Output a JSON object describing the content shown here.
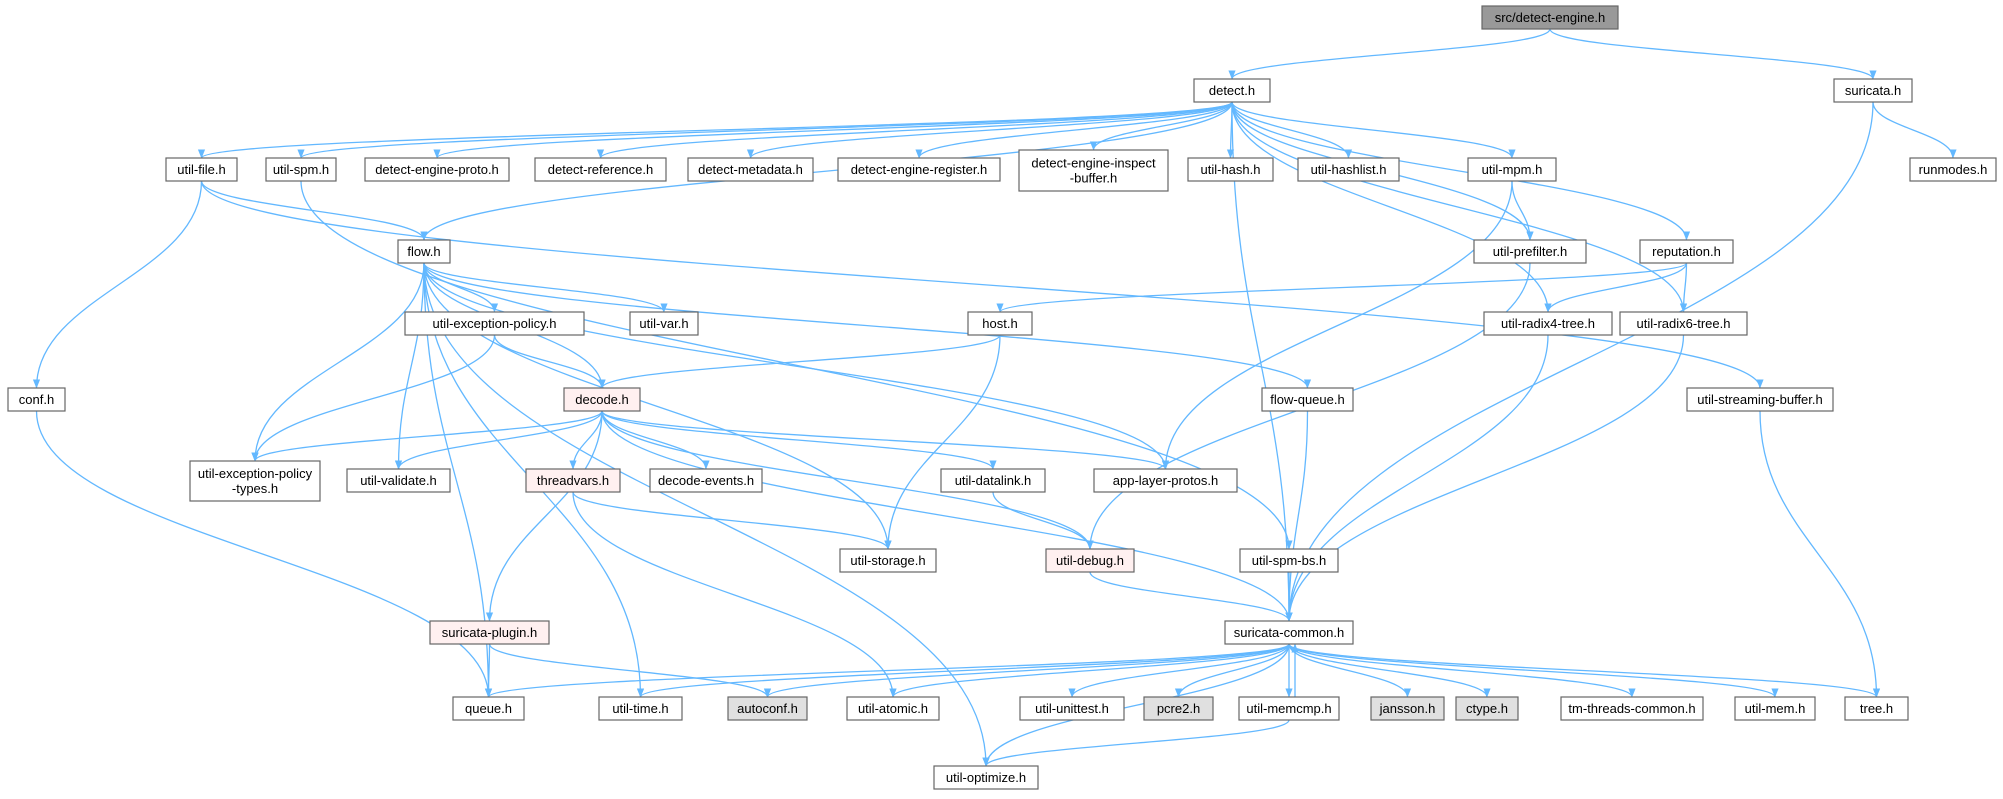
{
  "colors": {
    "edge": "#63b8ff",
    "node_fill": "#ffffff",
    "node_stroke": "#666666",
    "root_fill": "#999999",
    "missing_fill": "#e0e0e0",
    "incomplete_fill": "#fff0f0",
    "incomplete_stroke": "#ff0000"
  },
  "nodes": [
    {
      "id": "root",
      "lines": [
        "src/detect-engine.h"
      ],
      "kind": "root"
    },
    {
      "id": "detect",
      "lines": [
        "detect.h"
      ],
      "kind": "normal"
    },
    {
      "id": "suricata",
      "lines": [
        "suricata.h"
      ],
      "kind": "normal"
    },
    {
      "id": "runmodes",
      "lines": [
        "runmodes.h"
      ],
      "kind": "normal"
    },
    {
      "id": "util_file",
      "lines": [
        "util-file.h"
      ],
      "kind": "normal"
    },
    {
      "id": "util_spm",
      "lines": [
        "util-spm.h"
      ],
      "kind": "normal"
    },
    {
      "id": "detect_engine_proto",
      "lines": [
        "detect-engine-proto.h"
      ],
      "kind": "normal"
    },
    {
      "id": "detect_reference",
      "lines": [
        "detect-reference.h"
      ],
      "kind": "normal"
    },
    {
      "id": "detect_metadata",
      "lines": [
        "detect-metadata.h"
      ],
      "kind": "normal"
    },
    {
      "id": "detect_engine_register",
      "lines": [
        "detect-engine-register.h"
      ],
      "kind": "normal"
    },
    {
      "id": "detect_engine_inspect",
      "lines": [
        "detect-engine-inspect",
        "-buffer.h"
      ],
      "kind": "normal"
    },
    {
      "id": "util_hash",
      "lines": [
        "util-hash.h"
      ],
      "kind": "normal"
    },
    {
      "id": "util_hashlist",
      "lines": [
        "util-hashlist.h"
      ],
      "kind": "normal"
    },
    {
      "id": "util_mpm",
      "lines": [
        "util-mpm.h"
      ],
      "kind": "normal"
    },
    {
      "id": "flow",
      "lines": [
        "flow.h"
      ],
      "kind": "normal"
    },
    {
      "id": "util_prefilter",
      "lines": [
        "util-prefilter.h"
      ],
      "kind": "normal"
    },
    {
      "id": "reputation",
      "lines": [
        "reputation.h"
      ],
      "kind": "normal"
    },
    {
      "id": "util_exception_policy",
      "lines": [
        "util-exception-policy.h"
      ],
      "kind": "normal"
    },
    {
      "id": "util_var",
      "lines": [
        "util-var.h"
      ],
      "kind": "normal"
    },
    {
      "id": "host",
      "lines": [
        "host.h"
      ],
      "kind": "normal"
    },
    {
      "id": "util_radix4",
      "lines": [
        "util-radix4-tree.h"
      ],
      "kind": "normal"
    },
    {
      "id": "util_radix6",
      "lines": [
        "util-radix6-tree.h"
      ],
      "kind": "normal"
    },
    {
      "id": "conf",
      "lines": [
        "conf.h"
      ],
      "kind": "normal"
    },
    {
      "id": "decode",
      "lines": [
        "decode.h"
      ],
      "kind": "incomplete"
    },
    {
      "id": "flow_queue",
      "lines": [
        "flow-queue.h"
      ],
      "kind": "normal"
    },
    {
      "id": "util_streaming_buffer",
      "lines": [
        "util-streaming-buffer.h"
      ],
      "kind": "normal"
    },
    {
      "id": "util_exception_policy_types",
      "lines": [
        "util-exception-policy",
        "-types.h"
      ],
      "kind": "normal"
    },
    {
      "id": "util_validate",
      "lines": [
        "util-validate.h"
      ],
      "kind": "normal"
    },
    {
      "id": "threadvars",
      "lines": [
        "threadvars.h"
      ],
      "kind": "incomplete"
    },
    {
      "id": "decode_events",
      "lines": [
        "decode-events.h"
      ],
      "kind": "normal"
    },
    {
      "id": "util_datalink",
      "lines": [
        "util-datalink.h"
      ],
      "kind": "normal"
    },
    {
      "id": "app_layer_protos",
      "lines": [
        "app-layer-protos.h"
      ],
      "kind": "normal"
    },
    {
      "id": "util_storage",
      "lines": [
        "util-storage.h"
      ],
      "kind": "normal"
    },
    {
      "id": "util_debug",
      "lines": [
        "util-debug.h"
      ],
      "kind": "incomplete"
    },
    {
      "id": "util_spm_bs",
      "lines": [
        "util-spm-bs.h"
      ],
      "kind": "normal"
    },
    {
      "id": "suricata_plugin",
      "lines": [
        "suricata-plugin.h"
      ],
      "kind": "incomplete"
    },
    {
      "id": "suricata_common",
      "lines": [
        "suricata-common.h"
      ],
      "kind": "normal"
    },
    {
      "id": "queue",
      "lines": [
        "queue.h"
      ],
      "kind": "normal"
    },
    {
      "id": "util_time",
      "lines": [
        "util-time.h"
      ],
      "kind": "normal"
    },
    {
      "id": "autoconf",
      "lines": [
        "autoconf.h"
      ],
      "kind": "missing"
    },
    {
      "id": "util_atomic",
      "lines": [
        "util-atomic.h"
      ],
      "kind": "normal"
    },
    {
      "id": "util_unittest",
      "lines": [
        "util-unittest.h"
      ],
      "kind": "normal"
    },
    {
      "id": "pcre2",
      "lines": [
        "pcre2.h"
      ],
      "kind": "missing"
    },
    {
      "id": "util_memcmp",
      "lines": [
        "util-memcmp.h"
      ],
      "kind": "normal"
    },
    {
      "id": "jansson",
      "lines": [
        "jansson.h"
      ],
      "kind": "missing"
    },
    {
      "id": "ctype",
      "lines": [
        "ctype.h"
      ],
      "kind": "missing"
    },
    {
      "id": "tm_threads_common",
      "lines": [
        "tm-threads-common.h"
      ],
      "kind": "normal"
    },
    {
      "id": "util_mem",
      "lines": [
        "util-mem.h"
      ],
      "kind": "normal"
    },
    {
      "id": "tree",
      "lines": [
        "tree.h"
      ],
      "kind": "normal"
    },
    {
      "id": "util_optimize",
      "lines": [
        "util-optimize.h"
      ],
      "kind": "normal"
    }
  ],
  "edges": [
    [
      "root",
      "detect"
    ],
    [
      "root",
      "suricata"
    ],
    [
      "suricata",
      "runmodes"
    ],
    [
      "suricata",
      "suricata_common"
    ],
    [
      "detect",
      "util_file"
    ],
    [
      "detect",
      "util_spm"
    ],
    [
      "detect",
      "detect_engine_proto"
    ],
    [
      "detect",
      "detect_reference"
    ],
    [
      "detect",
      "detect_metadata"
    ],
    [
      "detect",
      "detect_engine_register"
    ],
    [
      "detect",
      "detect_engine_inspect"
    ],
    [
      "detect",
      "util_hash"
    ],
    [
      "detect",
      "util_hashlist"
    ],
    [
      "detect",
      "util_mpm"
    ],
    [
      "detect",
      "flow"
    ],
    [
      "detect",
      "util_prefilter"
    ],
    [
      "detect",
      "reputation"
    ],
    [
      "detect",
      "util_radix4"
    ],
    [
      "detect",
      "util_radix6"
    ],
    [
      "detect",
      "suricata_common"
    ],
    [
      "util_file",
      "conf"
    ],
    [
      "util_file",
      "flow"
    ],
    [
      "util_file",
      "util_streaming_buffer"
    ],
    [
      "util_spm",
      "util_spm_bs"
    ],
    [
      "util_mpm",
      "util_prefilter"
    ],
    [
      "util_mpm",
      "app_layer_protos"
    ],
    [
      "flow",
      "util_exception_policy"
    ],
    [
      "flow",
      "util_var"
    ],
    [
      "flow",
      "decode"
    ],
    [
      "flow",
      "util_exception_policy_types"
    ],
    [
      "flow",
      "util_validate"
    ],
    [
      "flow",
      "util_storage"
    ],
    [
      "flow",
      "app_layer_protos"
    ],
    [
      "flow",
      "flow_queue"
    ],
    [
      "flow",
      "queue"
    ],
    [
      "flow",
      "util_time"
    ],
    [
      "flow",
      "util_optimize"
    ],
    [
      "util_prefilter",
      "util_debug"
    ],
    [
      "reputation",
      "host"
    ],
    [
      "reputation",
      "util_radix4"
    ],
    [
      "reputation",
      "util_radix6"
    ],
    [
      "util_exception_policy",
      "decode"
    ],
    [
      "util_exception_policy",
      "util_exception_policy_types"
    ],
    [
      "host",
      "decode"
    ],
    [
      "host",
      "util_storage"
    ],
    [
      "util_radix4",
      "suricata_common"
    ],
    [
      "util_radix6",
      "suricata_common"
    ],
    [
      "conf",
      "queue"
    ],
    [
      "decode",
      "util_exception_policy_types"
    ],
    [
      "decode",
      "util_validate"
    ],
    [
      "decode",
      "threadvars"
    ],
    [
      "decode",
      "decode_events"
    ],
    [
      "decode",
      "util_datalink"
    ],
    [
      "decode",
      "app_layer_protos"
    ],
    [
      "decode",
      "util_debug"
    ],
    [
      "decode",
      "suricata_plugin"
    ],
    [
      "decode",
      "suricata_common"
    ],
    [
      "flow_queue",
      "suricata_common"
    ],
    [
      "util_streaming_buffer",
      "tree"
    ],
    [
      "threadvars",
      "util_storage"
    ],
    [
      "threadvars",
      "util_atomic"
    ],
    [
      "util_datalink",
      "util_debug"
    ],
    [
      "util_debug",
      "suricata_common"
    ],
    [
      "util_spm_bs",
      "suricata_common"
    ],
    [
      "suricata_plugin",
      "queue"
    ],
    [
      "suricata_plugin",
      "autoconf"
    ],
    [
      "suricata_common",
      "queue"
    ],
    [
      "suricata_common",
      "util_time"
    ],
    [
      "suricata_common",
      "autoconf"
    ],
    [
      "suricata_common",
      "util_atomic"
    ],
    [
      "suricata_common",
      "util_unittest"
    ],
    [
      "suricata_common",
      "pcre2"
    ],
    [
      "suricata_common",
      "util_memcmp"
    ],
    [
      "suricata_common",
      "jansson"
    ],
    [
      "suricata_common",
      "ctype"
    ],
    [
      "suricata_common",
      "tm_threads_common"
    ],
    [
      "suricata_common",
      "util_mem"
    ],
    [
      "suricata_common",
      "tree"
    ],
    [
      "suricata_common",
      "util_optimize"
    ],
    [
      "util_memcmp",
      "suricata_common"
    ],
    [
      "util_memcmp",
      "util_optimize"
    ]
  ]
}
